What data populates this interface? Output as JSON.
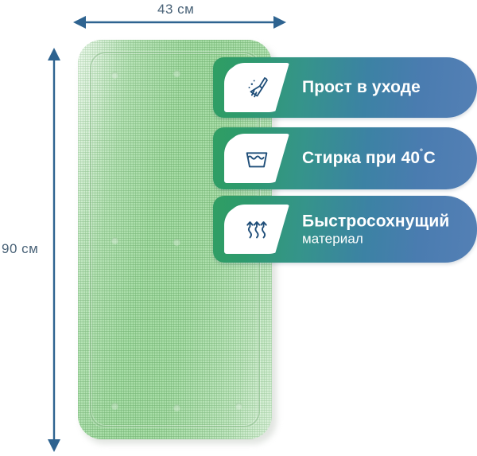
{
  "product": {
    "name": "bath-mat",
    "color_hex": "#a7dda6",
    "texture": "woven-mesh"
  },
  "dimensions": {
    "width_label": "43 см",
    "height_label": "90 см",
    "arrow_color_hex": "#2e6390",
    "label_color_hex": "#4a6378"
  },
  "features": [
    {
      "icon": "brush-icon",
      "title": "Прост в уходе",
      "subtitle": ""
    },
    {
      "icon": "wash-tub-icon",
      "title": "Стирка при 40",
      "degree": "˚",
      "title_suffix": "С",
      "subtitle": ""
    },
    {
      "icon": "quick-dry-icon",
      "title": "Быстросохнущий",
      "subtitle": "материал"
    }
  ],
  "badge": {
    "gradient_start_hex": "#2f9e63",
    "gradient_end_hex": "#5480b5",
    "text_color_hex": "#ffffff",
    "icon_color_hex": "#1f4e79"
  }
}
